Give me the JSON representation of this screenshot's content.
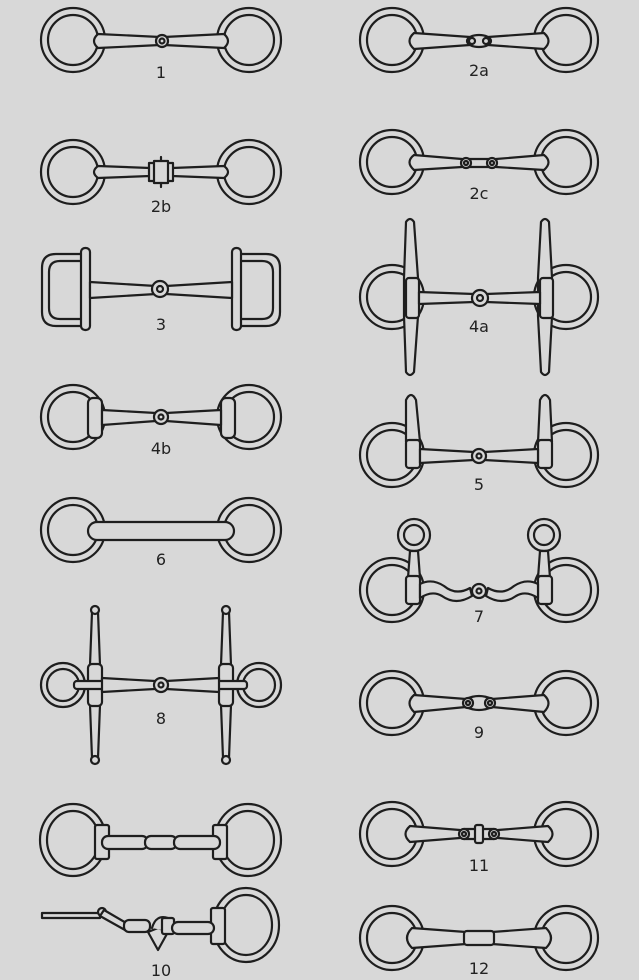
{
  "colors": {
    "background": "#d8d8d8",
    "line": "#1e1e1e"
  },
  "labels": {
    "bit_1": "1",
    "bit_2a": "2a",
    "bit_2b": "2b",
    "bit_2c": "2c",
    "bit_3": "3",
    "bit_4a": "4a",
    "bit_4b": "4b",
    "bit_5": "5",
    "bit_6": "6",
    "bit_7": "7",
    "bit_8": "8",
    "bit_9": "9",
    "bit_10": "10",
    "bit_11": "11",
    "bit_12": "12"
  }
}
